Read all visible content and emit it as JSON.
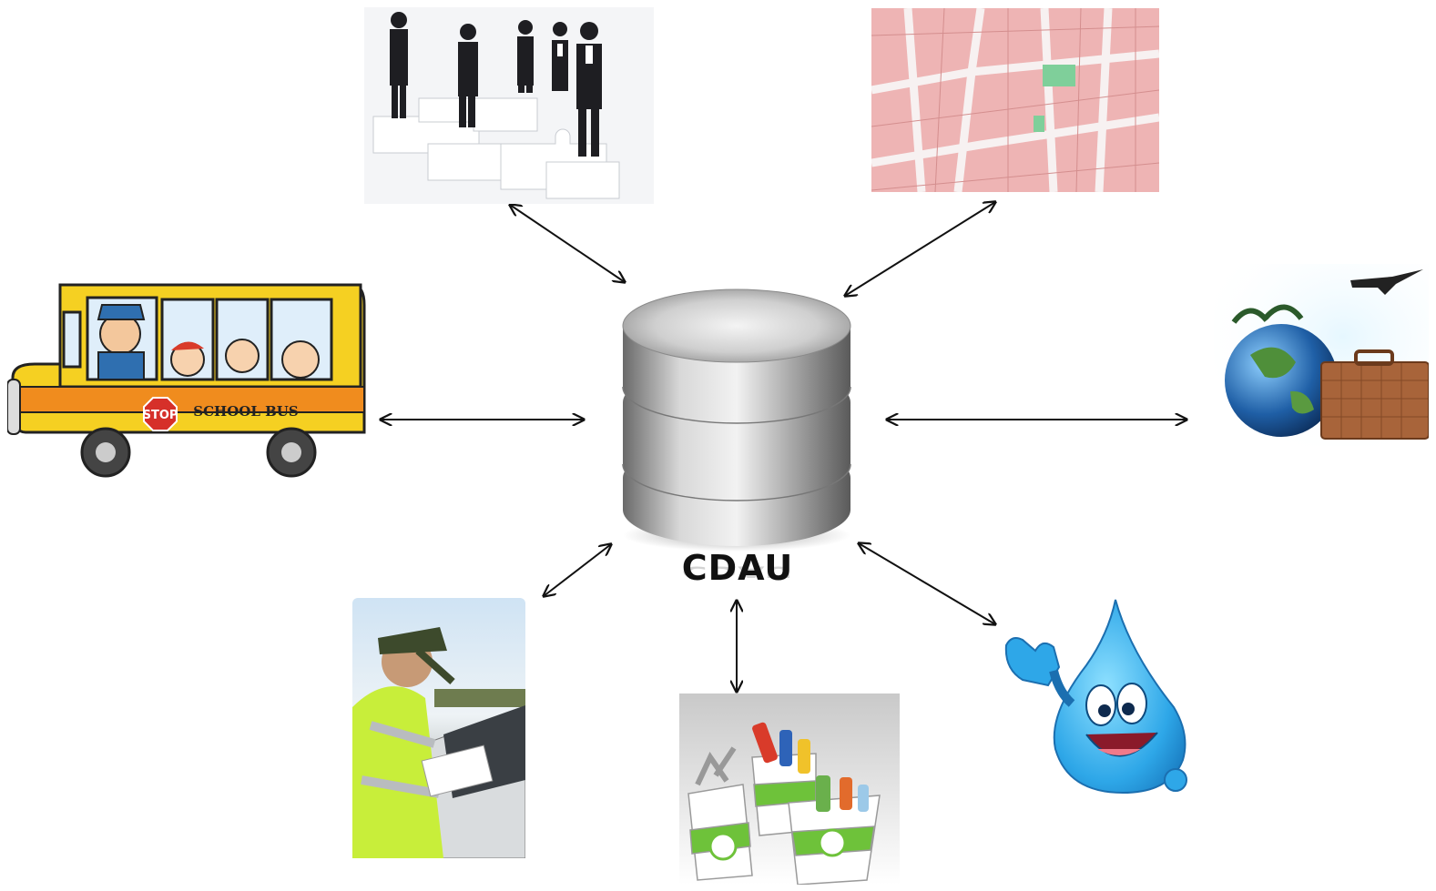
{
  "center": {
    "label": "CDAU",
    "icon": "database-icon"
  },
  "nodes": [
    {
      "id": "business-people",
      "icon": "business-people-puzzle-image"
    },
    {
      "id": "city-map",
      "icon": "cadastral-map-image"
    },
    {
      "id": "school-bus",
      "icon": "school-bus-image",
      "texts": {
        "stop": "STOP",
        "school_bus": "SCHOOL BUS"
      }
    },
    {
      "id": "tourism",
      "icon": "globe-travel-image"
    },
    {
      "id": "traffic-police",
      "icon": "traffic-police-officer-image"
    },
    {
      "id": "recycling",
      "icon": "recycling-bins-image"
    },
    {
      "id": "water",
      "icon": "water-drop-mascot-image"
    }
  ],
  "connectors": {
    "style": "double-headed-arrow",
    "color": "#111111",
    "count": 7
  }
}
